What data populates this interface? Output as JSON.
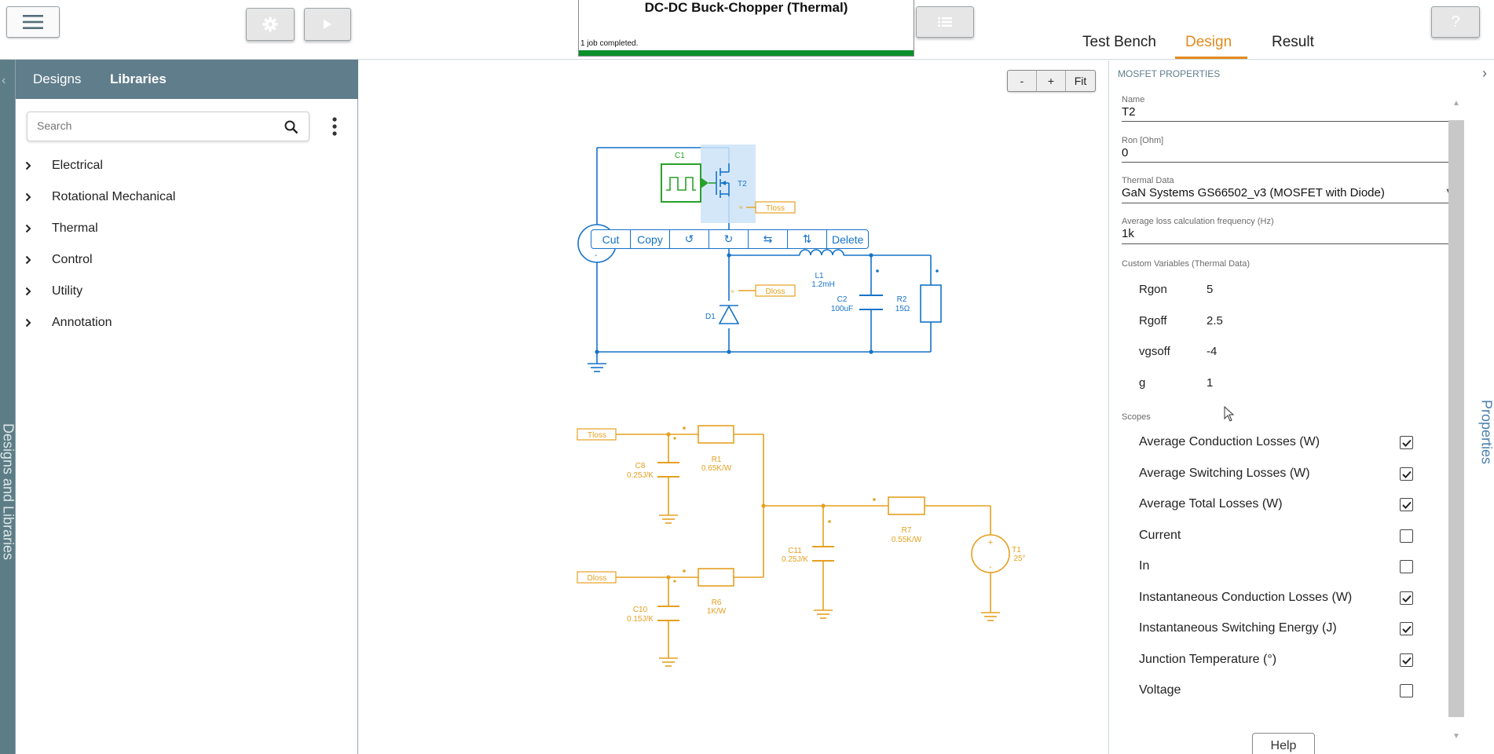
{
  "header": {
    "job_title": "DC-DC Buck-Chopper (Thermal)",
    "job_status": "1 job completed.",
    "tabs": [
      {
        "label": "Test Bench",
        "active": false
      },
      {
        "label": "Design",
        "active": true
      },
      {
        "label": "Result",
        "active": false
      }
    ],
    "help_label": "?",
    "accent_color": "#e38b1f"
  },
  "left_panel": {
    "vertical_label": "Designs and Libraries",
    "tabs": [
      "Designs",
      "Libraries"
    ],
    "search_placeholder": "Search",
    "libraries": [
      "Electrical",
      "Rotational Mechanical",
      "Thermal",
      "Control",
      "Utility",
      "Annotation"
    ]
  },
  "canvas": {
    "zoom": [
      "-",
      "+",
      "Fit"
    ],
    "context_menu": [
      "Cut",
      "Copy",
      "↺",
      "↻",
      "⇆",
      "⇅",
      "Delete"
    ],
    "electrical": {
      "c1": "C1",
      "t2": "T2",
      "tloss_tag": "Tloss",
      "dloss_tag": "Dloss",
      "l1": "L1",
      "l1_value": "1.2mH",
      "c2": "C2",
      "c2_value": "100uF",
      "r2": "R2",
      "r2_value": "15Ω",
      "d1": "D1",
      "wire_color": "#1673c8",
      "pwm_color": "#2aa12a"
    },
    "thermal": {
      "tloss_tag": "Tloss",
      "dloss_tag": "Dloss",
      "c8": "C8",
      "c8_value": "0.25J/K",
      "r1": "R1",
      "r1_value": "0.65K/W",
      "c10": "C10",
      "c10_value": "0.15J/K",
      "r6": "R6",
      "r6_value": "1K/W",
      "c11": "C11",
      "c11_value": "0.25J/K",
      "r7": "R7",
      "r7_value": "0.55K/W",
      "t1": "T1",
      "t1_value": "25°",
      "wire_color": "#e5a020"
    }
  },
  "properties": {
    "title": "MOSFET PROPERTIES",
    "vertical_label": "Properties",
    "name": {
      "label": "Name",
      "value": "T2"
    },
    "ron": {
      "label": "Ron [Ohm]",
      "value": "0"
    },
    "thermal_data": {
      "label": "Thermal Data",
      "value": "GaN Systems GS66502_v3 (MOSFET with Diode)"
    },
    "avg_freq": {
      "label": "Average loss calculation frequency (Hz)",
      "value": "1k"
    },
    "custom_vars_label": "Custom Variables (Thermal Data)",
    "custom_vars": [
      {
        "name": "Rgon",
        "value": "5"
      },
      {
        "name": "Rgoff",
        "value": "2.5"
      },
      {
        "name": "vgsoff",
        "value": "-4"
      },
      {
        "name": "g",
        "value": "1"
      }
    ],
    "scopes_label": "Scopes",
    "scopes": [
      {
        "label": "Average Conduction Losses (W)",
        "checked": true
      },
      {
        "label": "Average Switching Losses (W)",
        "checked": true
      },
      {
        "label": "Average Total Losses (W)",
        "checked": true
      },
      {
        "label": "Current",
        "checked": false
      },
      {
        "label": "In",
        "checked": false
      },
      {
        "label": "Instantaneous Conduction Losses (W)",
        "checked": true
      },
      {
        "label": "Instantaneous Switching Energy (J)",
        "checked": true
      },
      {
        "label": "Junction Temperature (°)",
        "checked": true
      },
      {
        "label": "Voltage",
        "checked": false
      }
    ],
    "help_button": "Help"
  }
}
